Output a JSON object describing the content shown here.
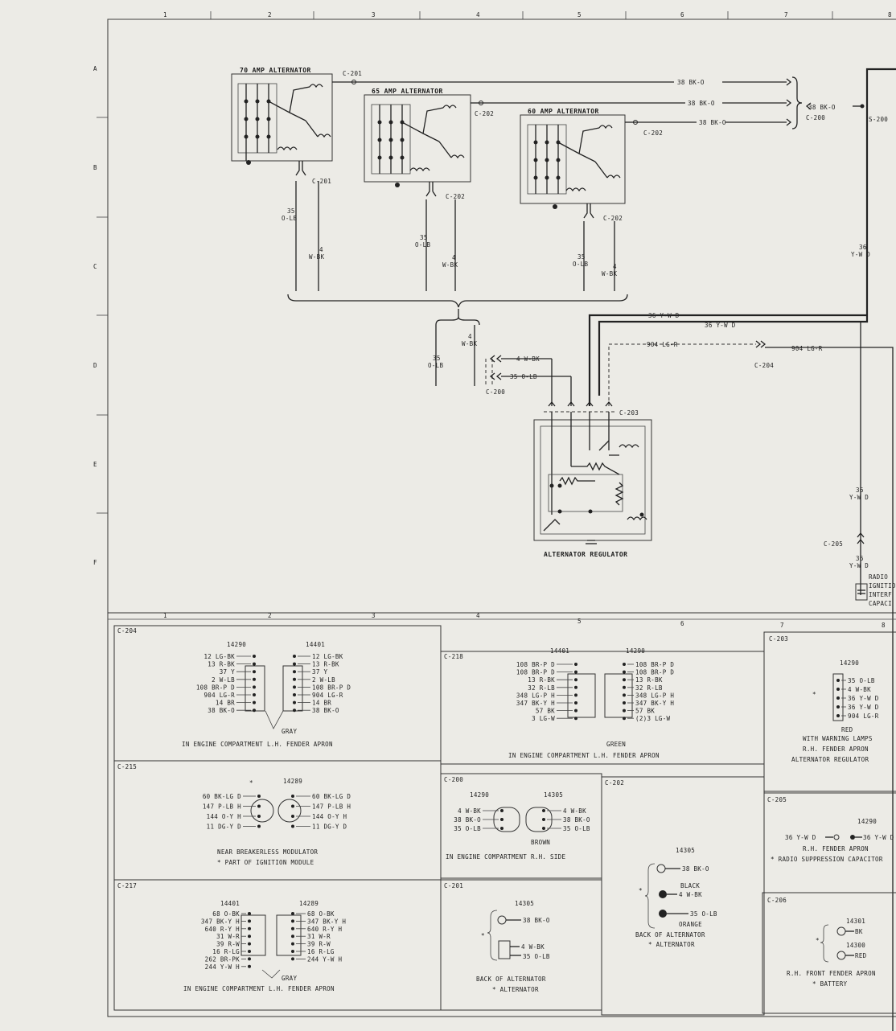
{
  "grid": {
    "cols": [
      "1",
      "2",
      "3",
      "4",
      "5",
      "6",
      "7",
      "8"
    ],
    "rows": [
      "A",
      "B",
      "C",
      "D",
      "E",
      "F"
    ]
  },
  "alternators": [
    {
      "title": "70 AMP ALTERNATOR",
      "conn": "C-201",
      "out_wire": "38 BK-O",
      "lower_conn": "C-201",
      "w1": "35",
      "w1b": "O-LB",
      "w2": "4",
      "w2b": "W-BK"
    },
    {
      "title": "65 AMP ALTERNATOR",
      "conn": "C-202",
      "out_wire": "38 BK-O",
      "lower_conn": "C-202",
      "w1": "35",
      "w1b": "O-LB",
      "w2": "4",
      "w2b": "W-BK"
    },
    {
      "title": "60 AMP ALTERNATOR",
      "conn": "C-202",
      "out_wire": "38 BK-O",
      "lower_conn": "C-202",
      "w1": "35",
      "w1b": "O-LB",
      "w2": "4",
      "w2b": "W-BK"
    }
  ],
  "top": {
    "c200_label": "C-200",
    "c200_wire": "38 BK-O",
    "s200": "S-200",
    "right_wire_a": "36",
    "right_wire_b": "Y-W D"
  },
  "mid": {
    "w4_a": "4",
    "w4_b": "W-BK",
    "w35_a": "35",
    "w35_b": "O-LB",
    "to_c200_1": "4 W-BK",
    "to_c200_2": "35 O-LB",
    "c200": "C-200",
    "wire_36a": "36 Y-W D",
    "wire_36b": "36 Y-W D",
    "wire_904a": "904 LG-R",
    "wire_904b": "904 LG-R",
    "c204": "C-204",
    "c203": "C-203",
    "regulator": "ALTERNATOR REGULATOR",
    "c205": "C-205",
    "r36a": "36",
    "r36b": "Y-W D",
    "r36c": "36",
    "r36d": "Y-W D",
    "radio1": "RADIO",
    "radio2": "IGNITIO",
    "radio3": "INTERF",
    "radio4": "CAPACI"
  },
  "panels": {
    "c204": {
      "id": "C-204",
      "part_l": "14290",
      "part_r": "14401",
      "left": [
        "12 LG-BK",
        "13 R-BK",
        "37 Y",
        "2 W-LB",
        "108 BR-P D",
        "904 LG-R",
        "14 BR",
        "38 BK-O"
      ],
      "right": [
        "12 LG-BK",
        "13 R-BK",
        "37 Y",
        "2 W-LB",
        "108 BR-P D",
        "904 LG-R",
        "14 BR",
        "38 BK-O"
      ],
      "color": "GRAY",
      "caption": "IN ENGINE COMPARTMENT L.H. FENDER APRON"
    },
    "c218": {
      "id": "C-218",
      "part_l": "14401",
      "part_r": "14290",
      "left": [
        "108 BR-P D",
        "108 BR-P D",
        "13 R-BK",
        "32 R-LB",
        "348 LG-P H",
        "347 BK-Y H",
        "57 BK",
        "3 LG-W"
      ],
      "right": [
        "108 BR-P D",
        "108 BR-P D",
        "13 R-BK",
        "32 R-LB",
        "348 LG-P H",
        "347 BK-Y H",
        "57 BK",
        "(2)3 LG-W"
      ],
      "color": "GREEN",
      "caption": "IN ENGINE COMPARTMENT L.H. FENDER APRON"
    },
    "c203": {
      "id": "C-203",
      "part": "14290",
      "wires": [
        "35 O-LB",
        "4 W-BK",
        "36 Y-W D",
        "36 Y-W D",
        "904 LG-R"
      ],
      "color": "RED",
      "cap1": "WITH WARNING LAMPS",
      "cap2": "R.H. FENDER APRON",
      "cap3": "ALTERNATOR REGULATOR",
      "star": "*"
    },
    "c215": {
      "id": "C-215",
      "part": "14289",
      "star": "*",
      "left": [
        "60 BK-LG D",
        "147 P-LB H",
        "144 O-Y H",
        "11 DG-Y D"
      ],
      "right": [
        "60 BK-LG D",
        "147 P-LB H",
        "144 O-Y H",
        "11 DG-Y D"
      ],
      "cap1": "NEAR BREAKERLESS MODULATOR",
      "cap2": "* PART OF IGNITION MODULE"
    },
    "c200": {
      "id": "C-200",
      "part_l": "14290",
      "part_r": "14305",
      "left": [
        "4 W-BK",
        "38 BK-O",
        "35 O-LB"
      ],
      "right": [
        "4 W-BK",
        "38 BK-O",
        "35 O-LB"
      ],
      "color": "BROWN",
      "caption": "IN ENGINE COMPARTMENT R.H. SIDE"
    },
    "c202": {
      "id": "C-202",
      "part": "14305",
      "w1": "38 BK-O",
      "w2": "4 W-BK",
      "w3": "35 O-LB",
      "c1": "BLACK",
      "c2": "ORANGE",
      "cap1": "BACK OF ALTERNATOR",
      "cap2": "* ALTERNATOR",
      "star": "*"
    },
    "c205": {
      "id": "C-205",
      "part": "14290",
      "w1": "36 Y-W D",
      "w2": "36 Y-W D",
      "cap1": "R.H. FENDER APRON",
      "cap2": "* RADIO SUPPRESSION CAPACITOR"
    },
    "c217": {
      "id": "C-217",
      "part_l": "14401",
      "part_r": "14289",
      "left": [
        "68 O-BK",
        "347 BK-Y H",
        "640 R-Y H",
        "31 W-R",
        "39 R-W",
        "16 R-LG",
        "262 BR-PK",
        "244 Y-W H"
      ],
      "right": [
        "68 O-BK",
        "347 BK-Y H",
        "640 R-Y H",
        "31 W-R",
        "39 R-W",
        "16 R-LG",
        "244 Y-W H"
      ],
      "color": "GRAY",
      "caption": "IN ENGINE COMPARTMENT L.H. FENDER APRON"
    },
    "c201": {
      "id": "C-201",
      "part": "14305",
      "w1": "38 BK-O",
      "w2": "4 W-BK",
      "w3": "35 O-LB",
      "cap1": "BACK OF ALTERNATOR",
      "cap2": "* ALTERNATOR",
      "star": "*"
    },
    "c206": {
      "id": "C-206",
      "part1": "14301",
      "part2": "14300",
      "w1": "BK",
      "w2": "RED",
      "cap1": "R.H. FRONT FENDER APRON",
      "cap2": "* BATTERY",
      "star": "*"
    }
  }
}
